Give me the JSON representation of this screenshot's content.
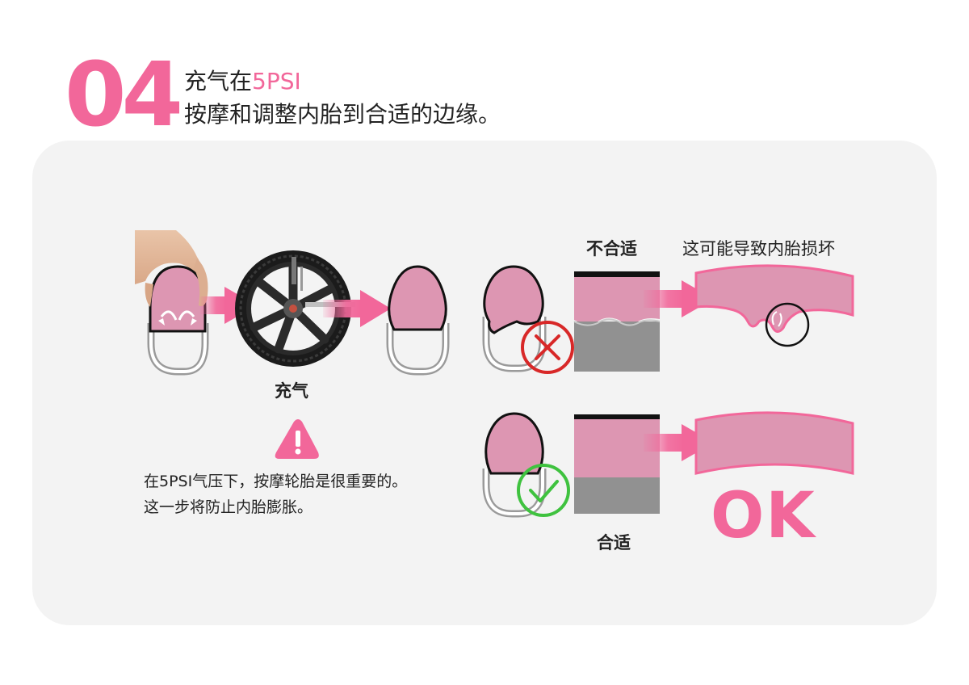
{
  "step": {
    "number": "04"
  },
  "title": {
    "line1_prefix": "充气在",
    "line1_accent": "5PSI",
    "line2": "按摩和调整内胎到合适的边缘。"
  },
  "labels": {
    "inflate": "充气",
    "unsuitable": "不合适",
    "may_damage": "这可能导致内胎损坏",
    "suitable": "合适",
    "ok": "OK"
  },
  "note": {
    "line1": "在5PSI气压下，按摩轮胎是很重要的。",
    "line2": "这一步将防止内胎膨胀。"
  },
  "colors": {
    "accent_pink": "#f2679a",
    "tube_pink": "#dd96b2",
    "panel_bg": "#f3f3f3",
    "wrong_red": "#d82828",
    "right_green": "#3fc23f"
  },
  "icons": {
    "warning": "warning-icon",
    "wrong": "cross-circle-icon",
    "right": "check-circle-icon"
  }
}
